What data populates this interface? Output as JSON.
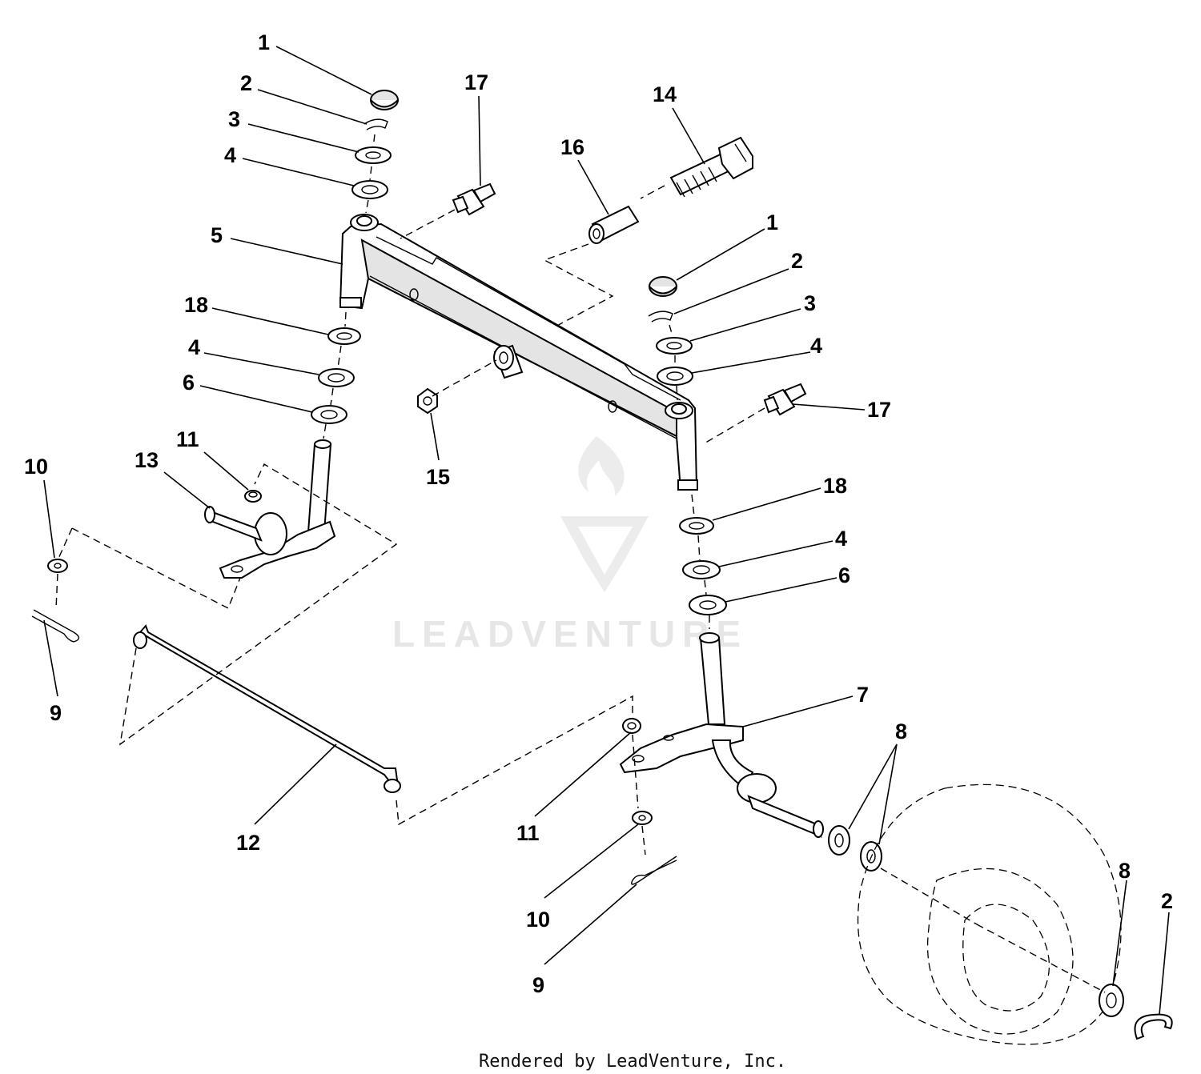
{
  "diagram": {
    "callouts": [
      {
        "id": "c1a",
        "label": "1"
      },
      {
        "id": "c2a",
        "label": "2"
      },
      {
        "id": "c3a",
        "label": "3"
      },
      {
        "id": "c4a",
        "label": "4"
      },
      {
        "id": "c5",
        "label": "5"
      },
      {
        "id": "c18a",
        "label": "18"
      },
      {
        "id": "c4b",
        "label": "4"
      },
      {
        "id": "c6a",
        "label": "6"
      },
      {
        "id": "c17a",
        "label": "17"
      },
      {
        "id": "c16",
        "label": "16"
      },
      {
        "id": "c14",
        "label": "14"
      },
      {
        "id": "c1b",
        "label": "1"
      },
      {
        "id": "c2b",
        "label": "2"
      },
      {
        "id": "c3b",
        "label": "3"
      },
      {
        "id": "c4c",
        "label": "4"
      },
      {
        "id": "c17b",
        "label": "17"
      },
      {
        "id": "c15",
        "label": "15"
      },
      {
        "id": "c11a",
        "label": "11"
      },
      {
        "id": "c13",
        "label": "13"
      },
      {
        "id": "c10a",
        "label": "10"
      },
      {
        "id": "c9a",
        "label": "9"
      },
      {
        "id": "c18b",
        "label": "18"
      },
      {
        "id": "c4d",
        "label": "4"
      },
      {
        "id": "c6b",
        "label": "6"
      },
      {
        "id": "c7",
        "label": "7"
      },
      {
        "id": "c8a",
        "label": "8"
      },
      {
        "id": "c12",
        "label": "12"
      },
      {
        "id": "c11b",
        "label": "11"
      },
      {
        "id": "c10b",
        "label": "10"
      },
      {
        "id": "c9b",
        "label": "9"
      },
      {
        "id": "c8b",
        "label": "8"
      },
      {
        "id": "c2c",
        "label": "2"
      }
    ],
    "watermark": "LEADVENTURE",
    "credit": "Rendered by LeadVenture, Inc."
  }
}
